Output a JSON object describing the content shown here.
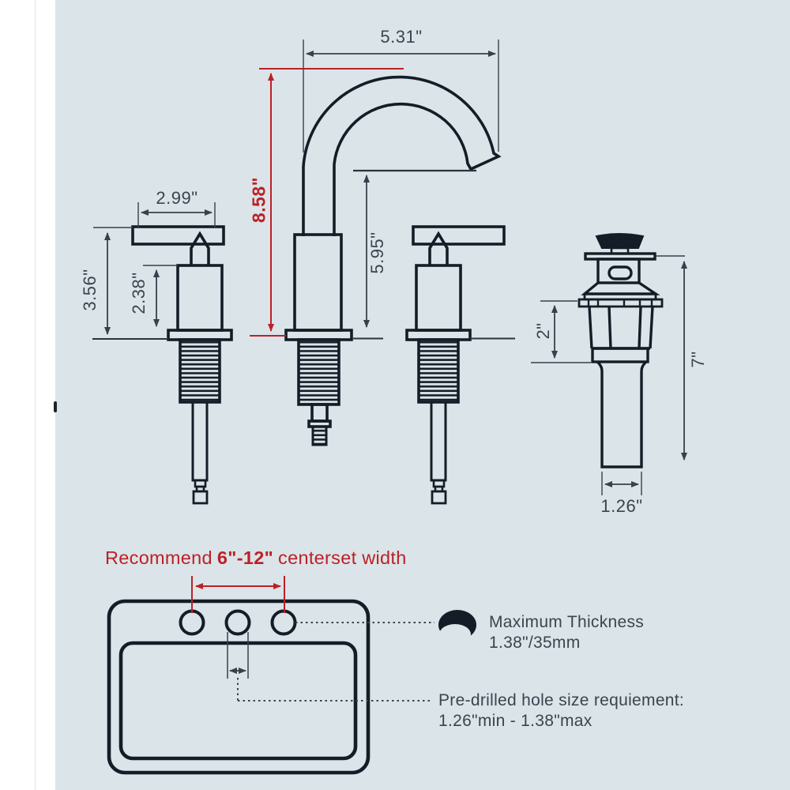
{
  "diagram": {
    "title": "Faucet and drain dimension diagram",
    "colors": {
      "background": "#dbe4e8",
      "outline": "#141d27",
      "dimension": "#35424b",
      "accent_red": "#bb2127",
      "label_text": "#39454f"
    },
    "dims": {
      "spout_reach": "5.31\"",
      "overall_height": "8.58\"",
      "handle_width": "2.99\"",
      "handle_height": "3.56\"",
      "handle_body_height": "2.38\"",
      "spout_outlet_height": "5.95\"",
      "drain_nut_height": "2\"",
      "drain_overall_height": "7\"",
      "drain_tail_diameter": "1.26\""
    },
    "recommendation": {
      "prefix": "Recommend",
      "bold": "6\"-12\"",
      "suffix": "centerset width"
    },
    "notes": {
      "max_thickness_line1": "Maximum Thickness",
      "max_thickness_line2": "1.38\"/35mm",
      "hole_size_line1": "Pre-drilled hole size requiement:",
      "hole_size_line2": "1.26\"min - 1.38\"max"
    },
    "icons": {
      "drilled_hole": "drilled-hole-icon"
    }
  }
}
